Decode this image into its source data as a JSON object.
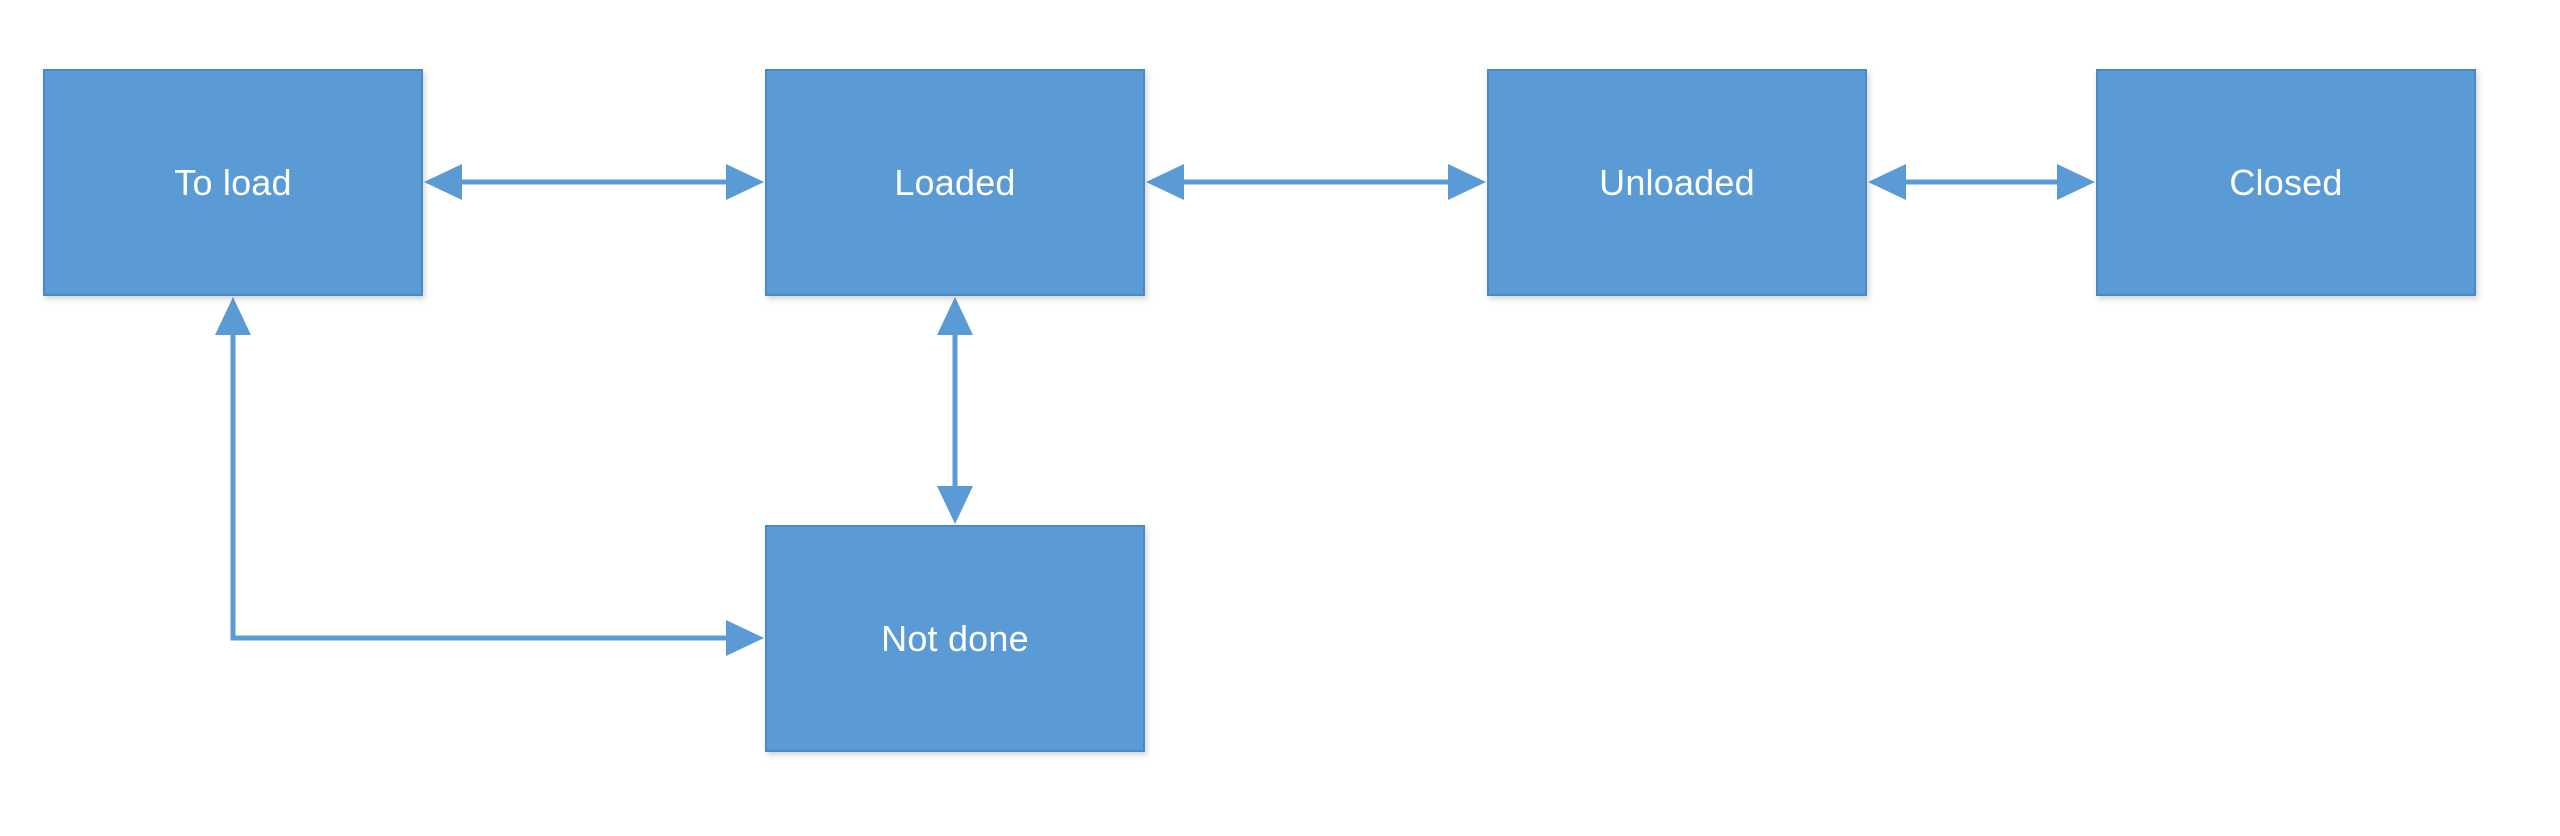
{
  "diagram": {
    "type": "state-flow",
    "colors": {
      "node_fill": "#5b9bd5",
      "node_border": "#4a89c4",
      "node_text": "#ffffff",
      "connector": "#5b9bd5"
    },
    "nodes": {
      "to_load": "To load",
      "loaded": "Loaded",
      "unloaded": "Unloaded",
      "closed": "Closed",
      "not_done": "Not done"
    },
    "edges": [
      {
        "from": "To load",
        "to": "Loaded",
        "arrows": "both"
      },
      {
        "from": "Loaded",
        "to": "Unloaded",
        "arrows": "both"
      },
      {
        "from": "Unloaded",
        "to": "Closed",
        "arrows": "both"
      },
      {
        "from": "Loaded",
        "to": "Not done",
        "arrows": "both"
      },
      {
        "from": "To load",
        "to": "Not done",
        "arrows": "both"
      }
    ]
  }
}
